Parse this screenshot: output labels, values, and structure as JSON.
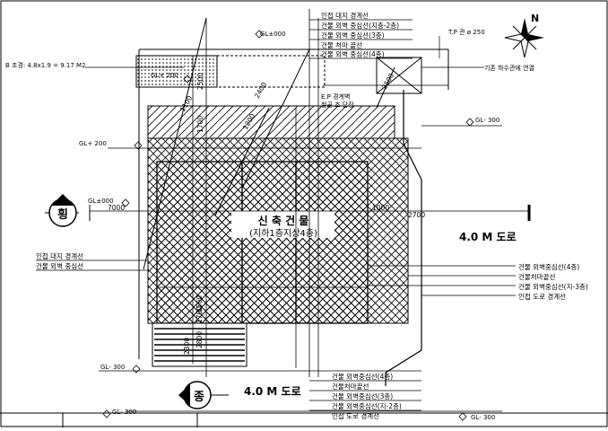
{
  "leader_top": [
    "인접 대지 경계선",
    "건물 외벽 중심선(지층-2층)",
    "건물 외벽 중심선(3층)",
    "건물 처마 끝선",
    "건물 외벽 중심선(4층)"
  ],
  "leader_right": [
    "건물 외벽중심선(4층)",
    "건물처마끝선",
    "건물 외벽중심선(지-3층)",
    "인접 도로 경계선"
  ],
  "leader_bottom": [
    "건물 외벽중심선(4층)",
    "건물처마끝선",
    "건물 외벽중심선(3층)",
    "건물 외벽중심선(지-2층)",
    "인접 도로 경계선"
  ],
  "leader_left": [
    "인접 대지 경계선",
    "건물 외벽 중심선"
  ],
  "building": {
    "title": "신 축 건 물",
    "subtitle": "(지하1층지상4층)"
  },
  "road_east": "4.0 M 도로",
  "road_south": "4.0 M 도로",
  "section_west": "횡",
  "section_south": "종",
  "compass": "N",
  "notes": {
    "b_slope": "B 조경: 4.8x1.9 = 9.17 M2",
    "gl_top": "GL±000",
    "gl_200_a": "GL+ 200",
    "gl_200_b": "GL+ 200",
    "gl_west": "GL±000",
    "gl_east": "GL- 300",
    "gl_sw": "GL- 300",
    "gl_se": "GL- 300",
    "gl_s": "GL- 300",
    "sewer": "기존 하수관에 연결",
    "pipe": "T.P 관 ø 250",
    "wall_a": "E.P 경계벽",
    "wall_b": "철골 조 담장"
  },
  "dims": {
    "d2500": "2500",
    "d2400": "2400",
    "d1700": "1700",
    "d1100": "1100",
    "d1200": "1200",
    "d2500b": "2500",
    "d7000": "7000",
    "d1000": "1000",
    "d2700": "2700",
    "d1500": "1500",
    "d1700b": "1700",
    "d2800": "2800",
    "d2300": "2300"
  },
  "colors": {
    "line": "#000000",
    "paper": "#ffffff"
  }
}
